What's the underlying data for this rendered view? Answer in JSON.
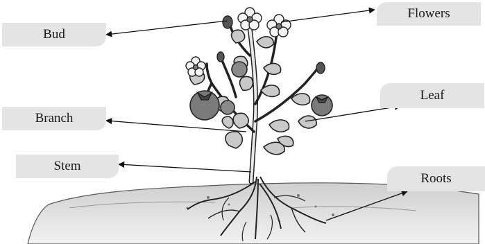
{
  "labels": {
    "bud": "Bud",
    "flowers": "Flowers",
    "leaf": "Leaf",
    "branch": "Branch",
    "stem": "Stem",
    "roots": "Roots"
  },
  "colors": {
    "label_bg": "#e4e4e4",
    "leaf_fill": "#c9c9c9",
    "fruit_fill": "#7a7a7a",
    "soil_fill": "#d9d9d9",
    "line": "#111111"
  }
}
